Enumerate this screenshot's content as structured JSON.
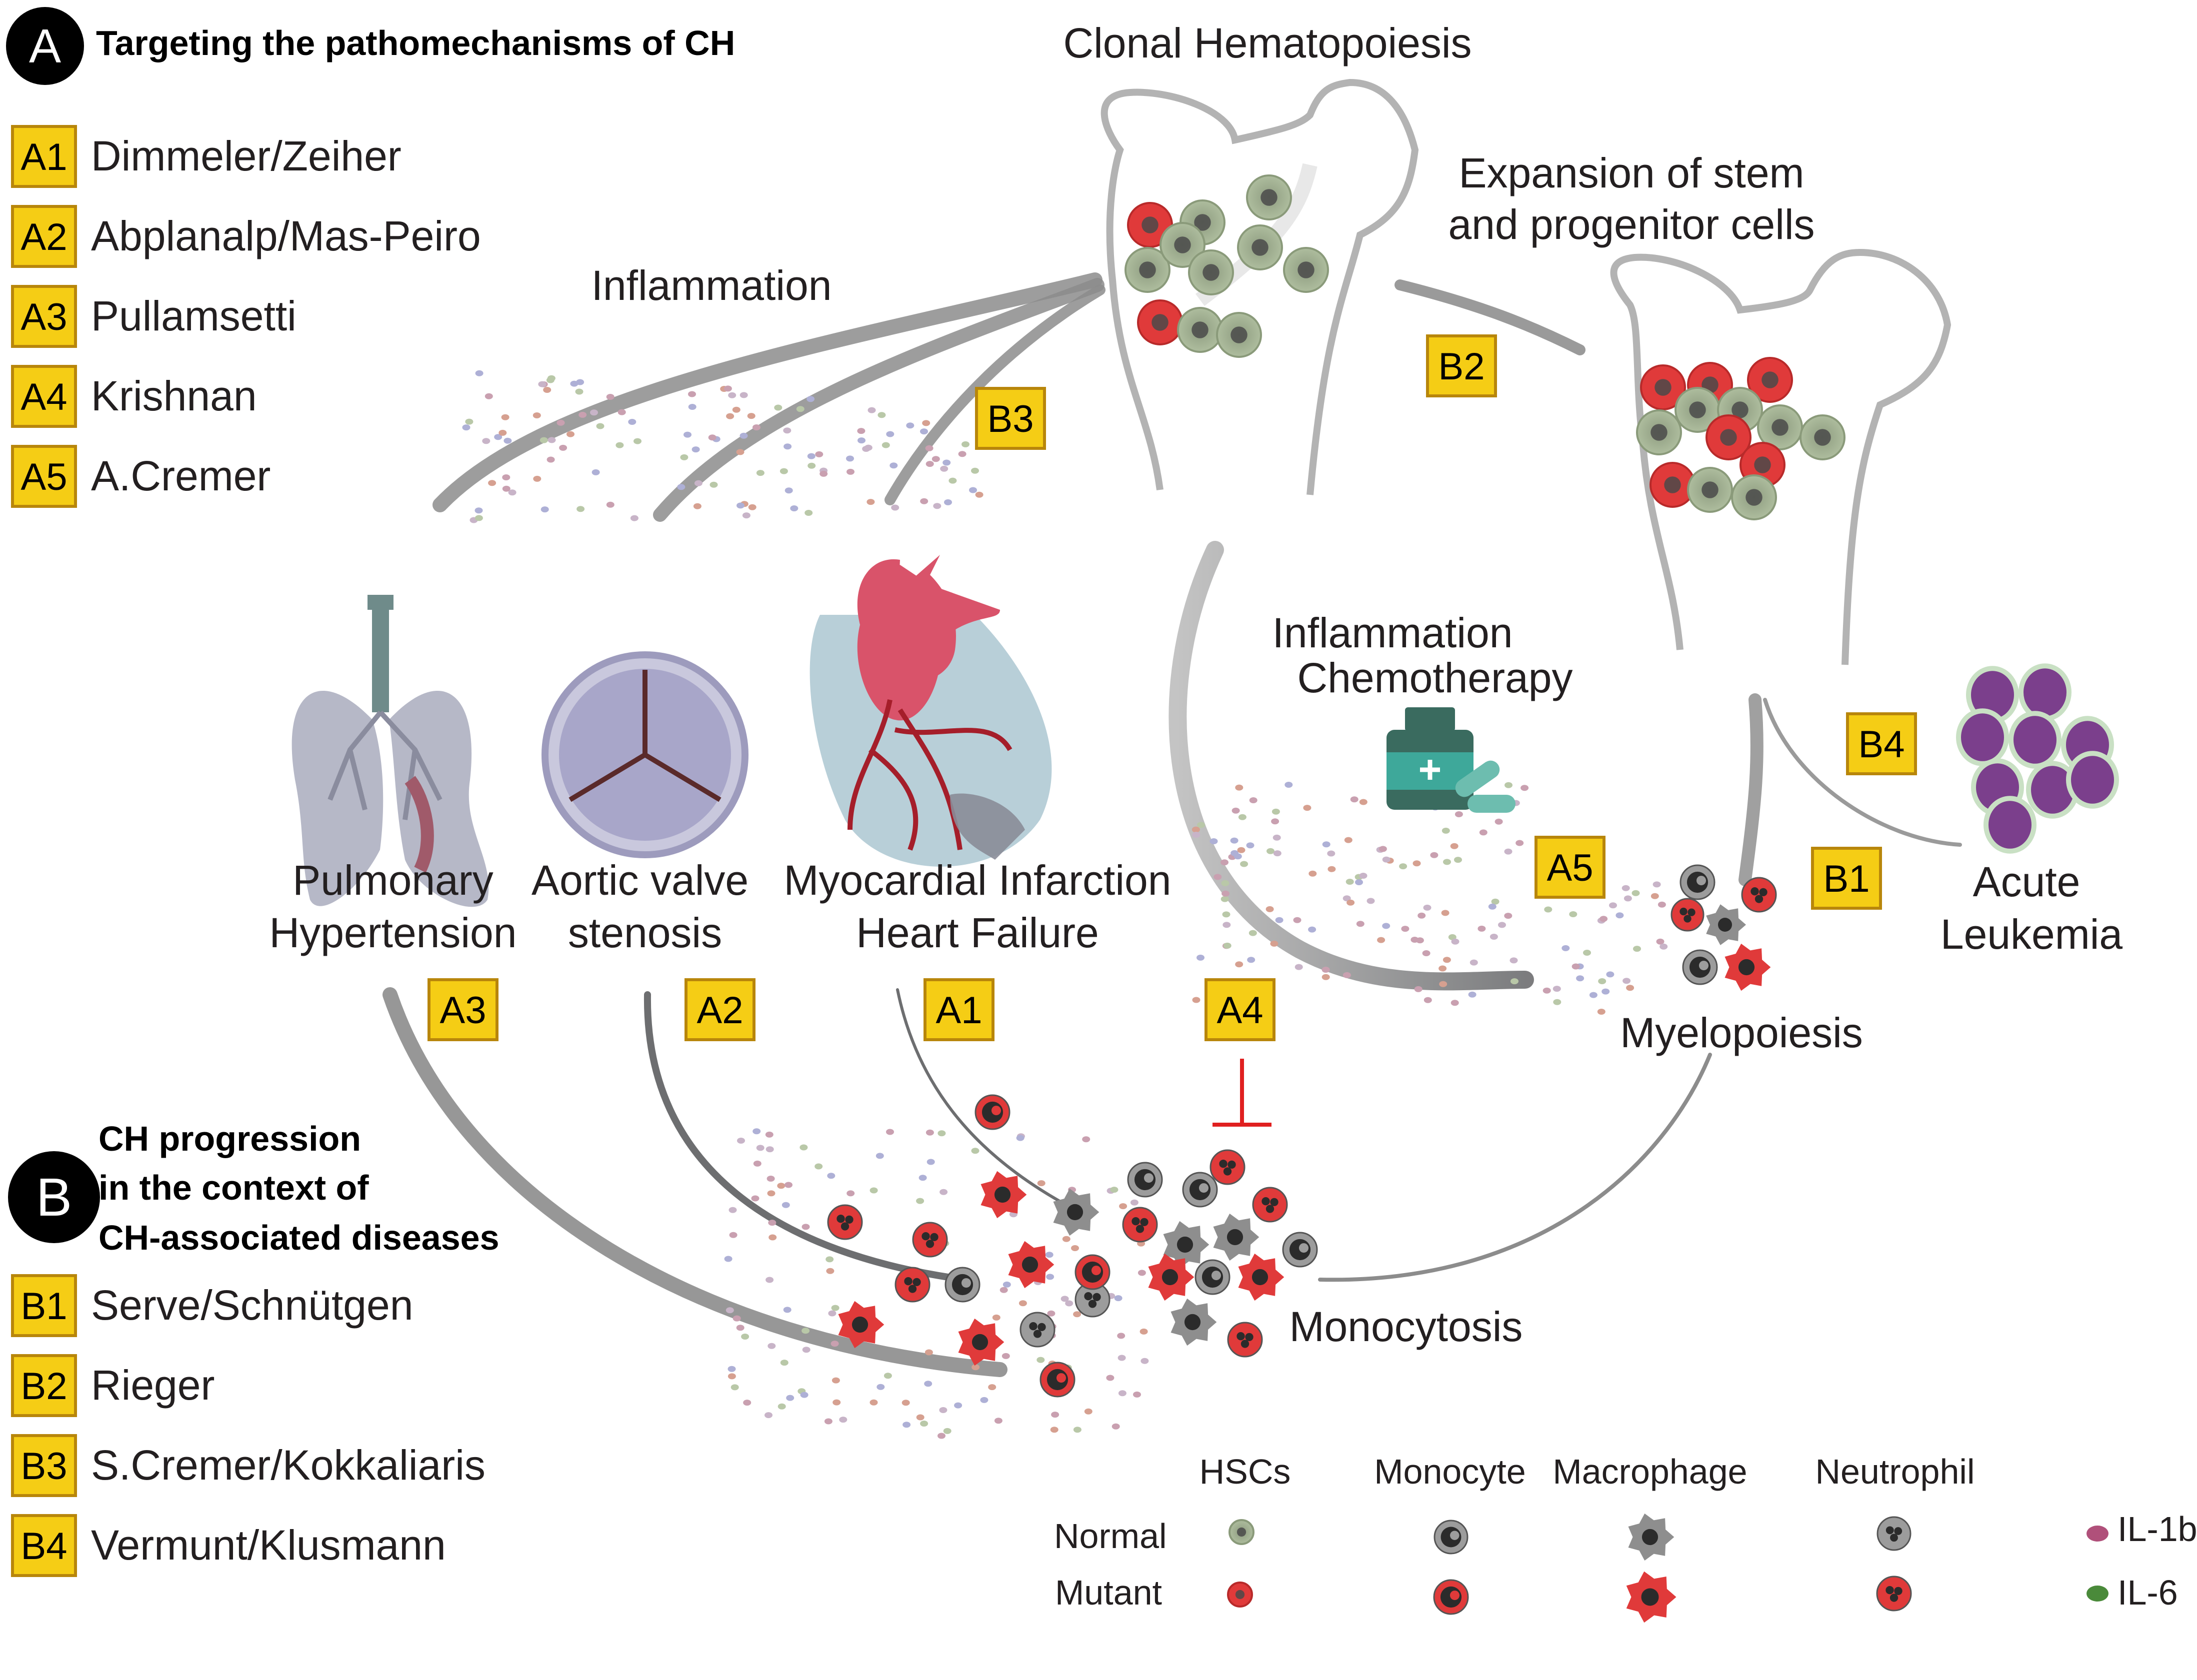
{
  "section_a": {
    "letter": "A",
    "heading": "Targeting the pathomechanisms of CH",
    "items": [
      {
        "tag": "A1",
        "name": "Dimmeler/Zeiher"
      },
      {
        "tag": "A2",
        "name": "Abplanalp/Mas-Peiro"
      },
      {
        "tag": "A3",
        "name": "Pullamsetti"
      },
      {
        "tag": "A4",
        "name": "Krishnan"
      },
      {
        "tag": "A5",
        "name": "A.Cremer"
      }
    ]
  },
  "section_b": {
    "letter": "B",
    "heading_lines": [
      "CH progression",
      "in the context of",
      "CH-associated diseases"
    ],
    "items": [
      {
        "tag": "B1",
        "name": "Serve/Schnütgen"
      },
      {
        "tag": "B2",
        "name": "Rieger"
      },
      {
        "tag": "B3",
        "name": "S.Cremer/Kokkaliaris"
      },
      {
        "tag": "B4",
        "name": "Vermunt/Klusmann"
      }
    ]
  },
  "labels": {
    "clonal_hematopoiesis": "Clonal Hematopoiesis",
    "expansion": [
      "Expansion of stem",
      "and progenitor cells"
    ],
    "inflammation": "Inflammation",
    "inflammation_chemo": [
      "Inflammation",
      "Chemotherapy"
    ],
    "pulmonary": [
      "Pulmonary",
      "Hypertension"
    ],
    "aortic": [
      "Aortic valve",
      "stenosis"
    ],
    "myocardial": [
      "Myocardial Infarction",
      "Heart Failure"
    ],
    "acute_leukemia": [
      "Acute",
      "Leukemia"
    ],
    "myelopoiesis": "Myelopoiesis",
    "monocytosis": "Monocytosis"
  },
  "diagram_tags": {
    "b3": "B3",
    "b2": "B2",
    "b4": "B4",
    "b1": "B1",
    "a5": "A5",
    "a3": "A3",
    "a2": "A2",
    "a1": "A1",
    "a4": "A4"
  },
  "legend": {
    "columns": [
      "HSCs",
      "Monocyte",
      "Macrophage",
      "Neutrophil"
    ],
    "rows": [
      "Normal",
      "Mutant"
    ],
    "cytokines": [
      "IL-1b",
      "IL-6"
    ]
  },
  "colors": {
    "tag_fill": "#f5cd15",
    "tag_border": "#b8860b",
    "mutant_red": "#e03a3a",
    "normal_green": "#a9b99a",
    "grey_cell": "#6d6e70",
    "leukemia_purple": "#7b3f8c",
    "inhibit_red": "#e02020",
    "heart_red": "#d9536a",
    "heart_body": "#b8cfd8",
    "lung_grey": "#b6b8c7",
    "valve_purple": "#a6a4c8"
  }
}
